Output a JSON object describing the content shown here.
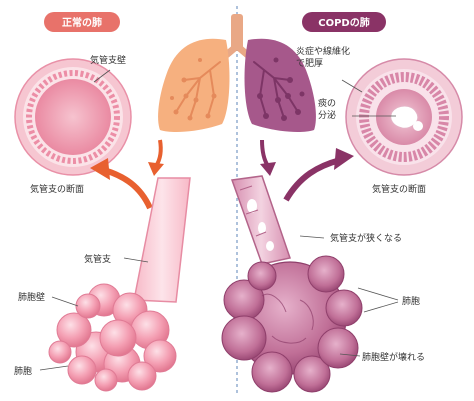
{
  "colors": {
    "normal_header": "#e8726a",
    "copd_header": "#8a3366",
    "normal_tissue": "#f39aae",
    "copd_tissue": "#b55584",
    "normal_lung": "#f6b07f",
    "copd_lung": "#a6588b",
    "arrow_normal": "#e8602f",
    "arrow_copd": "#8a3366"
  },
  "normal": {
    "header": "正常の肺",
    "labels": {
      "bronchial_wall": "気管支壁",
      "cross_section": "気管支の断面",
      "bronchus": "気管支",
      "alveolar_wall": "肺胞壁",
      "alveolus": "肺胞"
    }
  },
  "copd": {
    "header": "COPDの肺",
    "labels": {
      "inflammation_line1": "炎症や線維化",
      "inflammation_line2": "で肥厚",
      "sputum_line1": "痰の",
      "sputum_line2": "分泌",
      "cross_section": "気管支の断面",
      "narrowing": "気管支が狭くなる",
      "alveolus": "肺胞",
      "wall_broken": "肺胞壁が壊れる"
    }
  }
}
